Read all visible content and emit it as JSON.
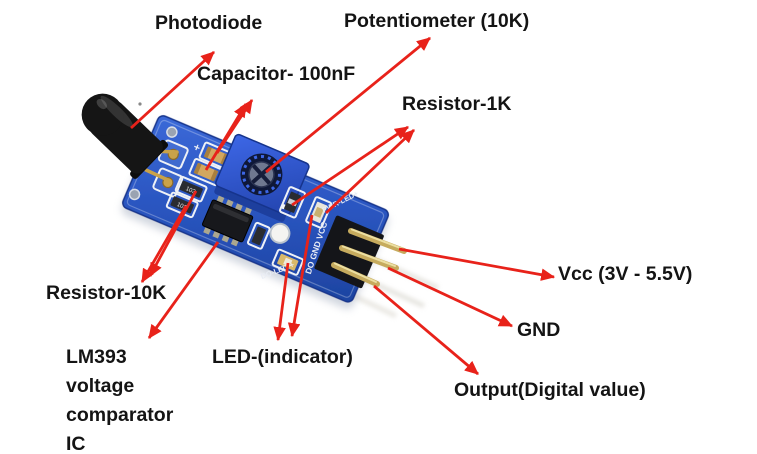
{
  "labels": {
    "photodiode": "Photodiode",
    "potentiometer": "Potentiometer (10K)",
    "capacitor": "Capacitor- 100nF",
    "resistor_1k": "Resistor-1K",
    "resistor_10k": "Resistor-10K",
    "lm393": {
      "line1": "LM393",
      "line2": "voltage",
      "line3": "comparator",
      "line4": "IC"
    },
    "led_indicator": "LED-(indicator)",
    "vcc": "Vcc (3V - 5.5V)",
    "gnd": "GND",
    "output": "Output(Digital value)"
  },
  "board_silkscreen": {
    "pwr_led": "PWR-LED+",
    "pin_labels": "DO GND VCC",
    "do_led": "DO-LED +",
    "polarity_mark": "+",
    "resistor_code_1": "103",
    "resistor_code_2": "103"
  },
  "colors": {
    "arrow": "#e8221a",
    "label_text": "#141414",
    "pcb_blue": "#2a55c0",
    "potentiometer_blue": "#2f5bd6",
    "pin_gold": "#c6ab5e",
    "silkscreen_white": "#edf1f8"
  }
}
